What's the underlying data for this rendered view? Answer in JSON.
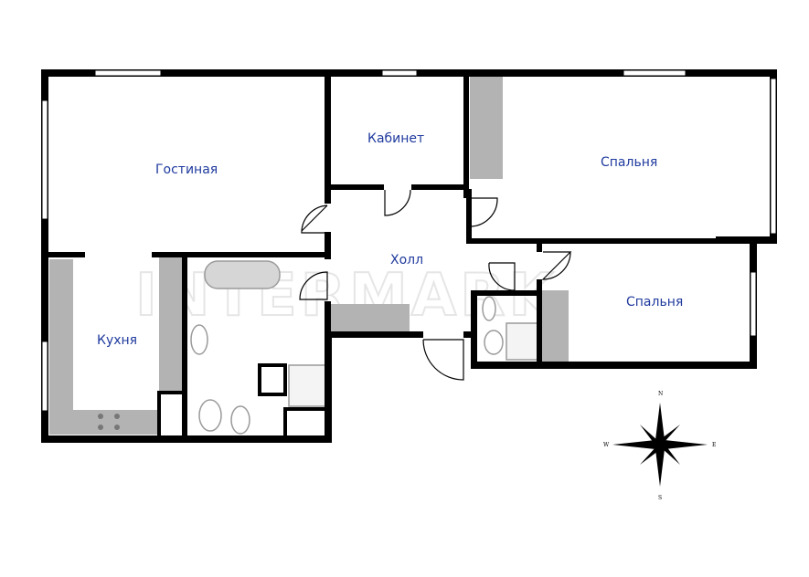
{
  "watermark": "INTERMARK",
  "rooms": {
    "living": "Гостиная",
    "study": "Кабинет",
    "bedroom_top": "Спальня",
    "hall": "Холл",
    "bedroom_right": "Спальня",
    "kitchen": "Кухня"
  },
  "compass": {
    "n": "N",
    "s": "S",
    "e": "E",
    "w": "W"
  },
  "colors": {
    "wall": "#000000",
    "fixture": "#b3b3b3",
    "label": "#1f3a9e",
    "window": "#ffffff"
  }
}
